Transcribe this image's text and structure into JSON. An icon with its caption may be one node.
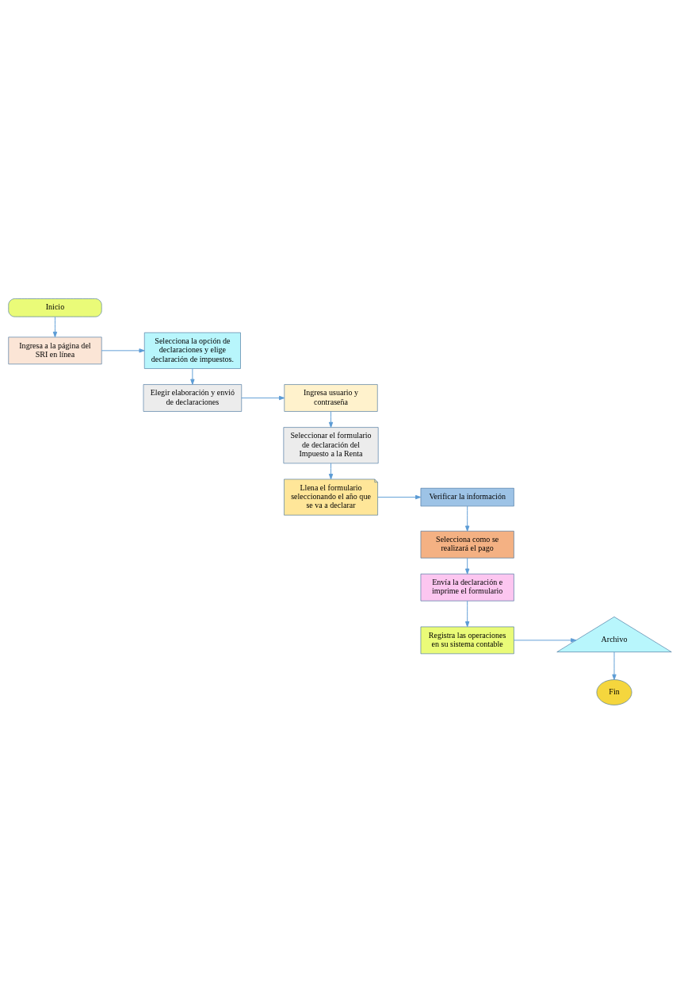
{
  "diagram": {
    "nodes": [
      {
        "text": [
          "Inicio"
        ]
      },
      {
        "text": [
          "Ingresa a la página del SRI en línea"
        ]
      },
      {
        "text": [
          "Selecciona la opción de declaraciones y elige declaración de impuestos."
        ]
      },
      {
        "text": [
          "Elegir elaboración y envió de declaraciones"
        ]
      },
      {
        "text": [
          "Ingresa usuario y contraseña"
        ]
      },
      {
        "text": [
          "Seleccionar el formulario de declaración del Impuesto a la Renta"
        ]
      },
      {
        "text": [
          "Llena el formulario seleccionando el año que se va a declarar"
        ]
      },
      {
        "text": [
          "Verificar la información"
        ]
      },
      {
        "text": [
          "Selecciona como se realizará el pago"
        ]
      },
      {
        "text": [
          "Envía la declaración e imprime el formulario"
        ]
      },
      {
        "text": [
          "Registra las operaciones en su sistema contable"
        ]
      },
      {
        "text": [
          "Archivo"
        ]
      },
      {
        "text": [
          "Fin"
        ]
      }
    ],
    "edges": [
      {
        "from": 0,
        "to": 1,
        "arrow": "to"
      },
      {
        "from": 1,
        "to": 2,
        "arrow": "to"
      },
      {
        "from": 2,
        "to": 3,
        "arrow": "to"
      },
      {
        "from": 3,
        "to": 4,
        "arrow": "to"
      },
      {
        "from": 4,
        "to": 5,
        "arrow": "to"
      },
      {
        "from": 5,
        "to": 6,
        "arrow": "to"
      },
      {
        "from": 6,
        "to": 7,
        "arrow": "to"
      },
      {
        "from": 7,
        "to": 8,
        "arrow": "to"
      },
      {
        "from": 8,
        "to": 9,
        "arrow": "to"
      },
      {
        "from": 9,
        "to": 10,
        "arrow": "to"
      },
      {
        "from": 10,
        "to": 11,
        "arrow": "to"
      },
      {
        "from": 11,
        "to": 12,
        "arrow": "to"
      }
    ]
  }
}
